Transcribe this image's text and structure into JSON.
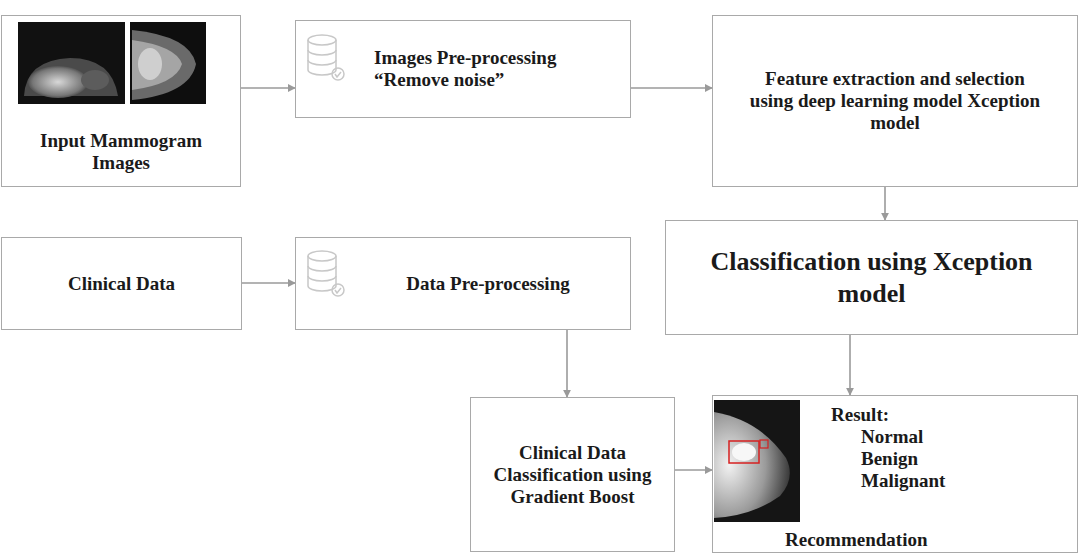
{
  "diagram": {
    "nodes": [
      {
        "text": [
          "Input Mammogram Images"
        ]
      },
      {
        "text": [
          "Images Pre-processing “Remove noise”"
        ]
      },
      {
        "text": [
          "Feature extraction and selection using deep learning model Xception model"
        ]
      },
      {
        "text": [
          "Clinical Data"
        ]
      },
      {
        "text": [
          "Data Pre-processing"
        ]
      },
      {
        "text": [
          "Classification using Xception model"
        ]
      },
      {
        "text": [
          "Clinical Data Classification using Gradient Boost"
        ]
      },
      {
        "text": [
          "Result:",
          "Normal",
          "Benign",
          "Malignant",
          "Recommendation"
        ]
      }
    ],
    "edges": [
      {
        "from": 0,
        "to": 1,
        "arrow": "to"
      },
      {
        "from": 1,
        "to": 2,
        "arrow": "to"
      },
      {
        "from": 2,
        "to": 5,
        "arrow": "to"
      },
      {
        "from": 3,
        "to": 4,
        "arrow": "to"
      },
      {
        "from": 4,
        "to": 6,
        "arrow": "to"
      },
      {
        "from": 5,
        "to": 7,
        "arrow": "to"
      },
      {
        "from": 6,
        "to": 7,
        "arrow": "to"
      }
    ]
  }
}
